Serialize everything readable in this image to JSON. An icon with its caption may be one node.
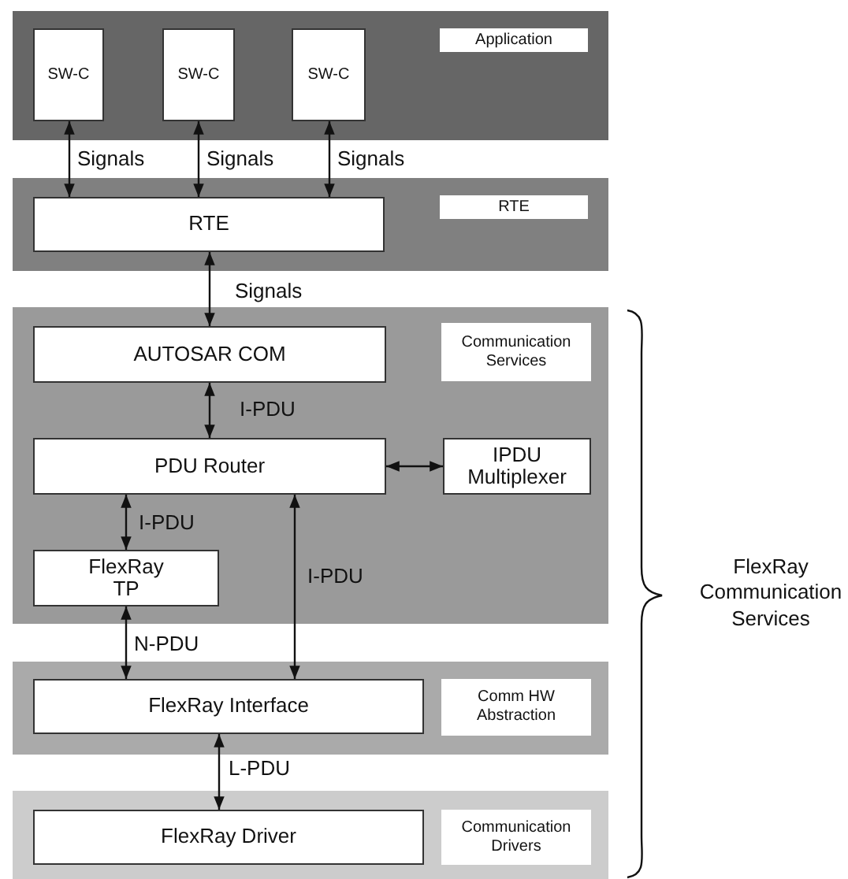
{
  "diagram": {
    "nodes": [
      {
        "text": [
          "Application"
        ]
      },
      {
        "text": [
          "SW-C"
        ],
        "in": 0
      },
      {
        "text": [
          "SW-C"
        ],
        "in": 0
      },
      {
        "text": [
          "SW-C"
        ],
        "in": 0
      },
      {
        "text": [
          "RTE"
        ]
      },
      {
        "text": [
          "RTE"
        ],
        "in": 4
      },
      {
        "text": [
          "Communication Services"
        ]
      },
      {
        "text": [
          "AUTOSAR COM"
        ],
        "in": 6
      },
      {
        "text": [
          "PDU Router"
        ],
        "in": 6
      },
      {
        "text": [
          "IPDU Multiplexer"
        ],
        "in": 6
      },
      {
        "text": [
          "FlexRay TP"
        ],
        "in": 6
      },
      {
        "text": [
          "Comm HW Abstraction"
        ]
      },
      {
        "text": [
          "FlexRay Interface"
        ],
        "in": 11
      },
      {
        "text": [
          "Communication Drivers"
        ]
      },
      {
        "text": [
          "FlexRay Driver"
        ],
        "in": 13
      }
    ],
    "edges": [
      {
        "from": 1,
        "to": 5,
        "arrow": "both",
        "label": "Signals"
      },
      {
        "from": 2,
        "to": 5,
        "arrow": "both",
        "label": "Signals"
      },
      {
        "from": 3,
        "to": 5,
        "arrow": "both",
        "label": "Signals"
      },
      {
        "from": 5,
        "to": 7,
        "arrow": "both",
        "label": "Signals"
      },
      {
        "from": 7,
        "to": 8,
        "arrow": "both",
        "label": "I-PDU"
      },
      {
        "from": 8,
        "to": 9,
        "arrow": "both"
      },
      {
        "from": 8,
        "to": 10,
        "arrow": "both",
        "label": "I-PDU"
      },
      {
        "from": 8,
        "to": 12,
        "arrow": "both",
        "label": "I-PDU"
      },
      {
        "from": 10,
        "to": 12,
        "arrow": "both",
        "label": "N-PDU"
      },
      {
        "from": 12,
        "to": 14,
        "arrow": "both",
        "label": "L-PDU"
      }
    ],
    "labels": [
      "FlexRay Communication Services"
    ]
  }
}
